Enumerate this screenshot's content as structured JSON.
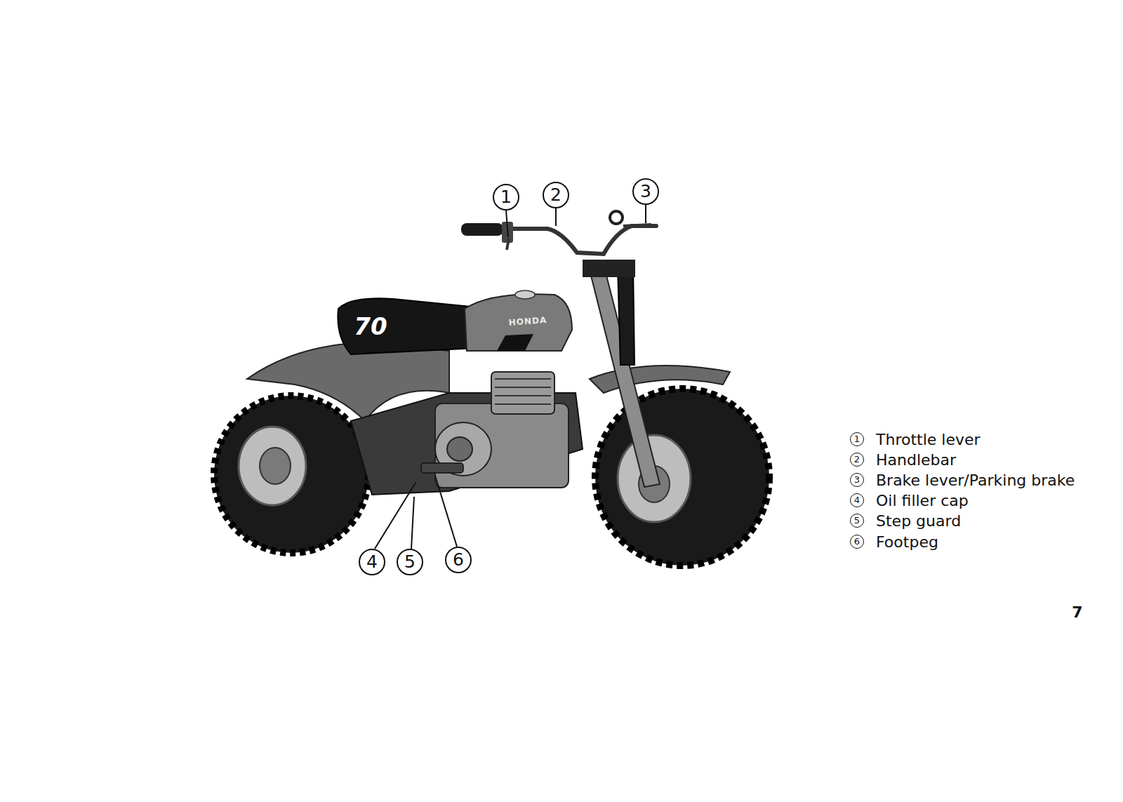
{
  "diagram": {
    "labels": [
      "1",
      "2",
      "3",
      "4",
      "5",
      "6",
      "70",
      "HONDA",
      "1",
      "Throttle lever",
      "2",
      "Handlebar",
      "3",
      "Brake lever/Parking brake",
      "4",
      "Oil filler cap",
      "5",
      "Step guard",
      "6",
      "Footpeg",
      "7"
    ]
  }
}
